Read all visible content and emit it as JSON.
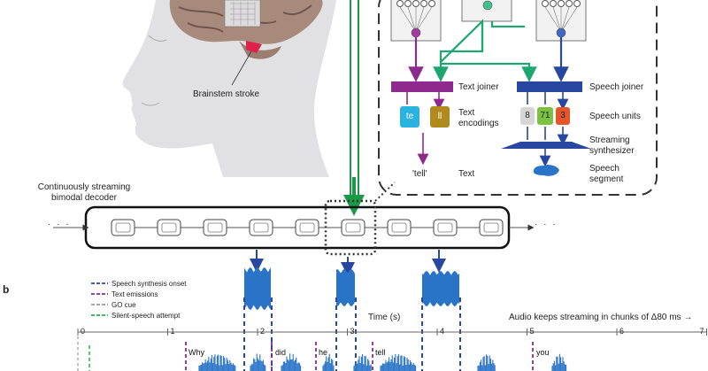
{
  "panel_label": "b",
  "brain": {
    "lesion_label": "Brainstem stroke"
  },
  "decoder": {
    "title_line1": "Continuously streaming",
    "title_line2": "bimodal decoder",
    "ellipsis": "· · ·"
  },
  "detail": {
    "text_joiner": "Text joiner",
    "speech_joiner": "Speech joiner",
    "text_encodings_line1": "Text",
    "text_encodings_line2": "encodings",
    "token_te": "te",
    "token_ll": "ll",
    "speech_units_label": "Speech units",
    "unit_values": [
      "8",
      "71",
      "3"
    ],
    "synth_line1": "Streaming",
    "synth_line2": "synthesizer",
    "output_word": "'tell'",
    "text_label": "Text",
    "segment_line1": "Speech",
    "segment_line2": "segment"
  },
  "legend": {
    "speech_onset": "Speech synthesis onset",
    "text_emissions": "Text emissions",
    "go_cue": "GO cue",
    "silent_attempt": "Silent-speech attempt"
  },
  "timeline": {
    "axis_label": "Time (s)",
    "streaming_note": "Audio keeps streaming in chunks of Δ80 ms →",
    "ticks": [
      0,
      1,
      2,
      3,
      4,
      5,
      6,
      7
    ],
    "words": [
      "Why",
      "did",
      "he",
      "tell",
      "you"
    ]
  },
  "colors": {
    "text_path": "#8e2a8e",
    "speech_path": "#2747a0",
    "shared_path": "#1ea672",
    "highlight_green": "#1a9a44",
    "token_te": "#2ab3df",
    "token_ll": "#b08a1e",
    "unit_8": "#d6d6d6",
    "unit_71": "#7cc142",
    "unit_3": "#e4562a",
    "waveform": "#2a74c8"
  }
}
